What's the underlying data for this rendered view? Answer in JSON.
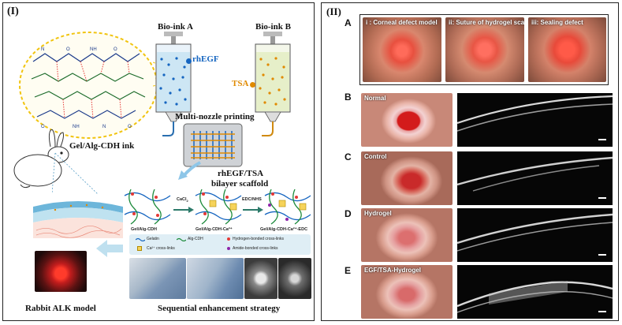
{
  "left_panel": {
    "label": "(I)",
    "bioink_a": "Bio-ink A",
    "bioink_b": "Bio-ink B",
    "rhegf": "rhEGF",
    "tsa": "TSA",
    "ink_name": "Gel/Alg-CDH ink",
    "printing": "Multi-nozzle printing",
    "scaffold_line1": "rhEGF/TSA",
    "scaffold_line2": "bilayer scaffold",
    "cacl2": "CaCl",
    "edc": "EDC/NHS",
    "net1": "Gel/Alg-CDH",
    "net2": "Gel/Alg-CDH-Ca²⁺",
    "net3": "Gel/Alg-CDH-Ca²⁺-EDC",
    "legend": {
      "gelatin": "Gelatin",
      "algcdh": "Alg-CDH",
      "hbond": "Hydrogen-bonded cross-links",
      "ca": "Ca²⁺ cross-links",
      "amide": "Amide-bonded cross-links"
    },
    "rabbit_model": "Rabbit ALK model",
    "strategy": "Sequential enhancement strategy"
  },
  "right_panel": {
    "label": "(II)",
    "row_a": {
      "letter": "A",
      "photos": [
        "i : Corneal defect model",
        "ii: Suture of hydrogel scaffold",
        "iii: Sealing defect"
      ]
    },
    "rows": [
      {
        "letter": "B",
        "name": "Normal"
      },
      {
        "letter": "C",
        "name": "Control"
      },
      {
        "letter": "D",
        "name": "Hydrogel"
      },
      {
        "letter": "E",
        "name": "EGF/TSA-Hydrogel"
      }
    ]
  },
  "colors": {
    "ink_bubble": "#f1c40f",
    "rhegf_blue": "#1565c0",
    "tsa_orange": "#e08a00",
    "legend_bg": "#dfeef5"
  }
}
